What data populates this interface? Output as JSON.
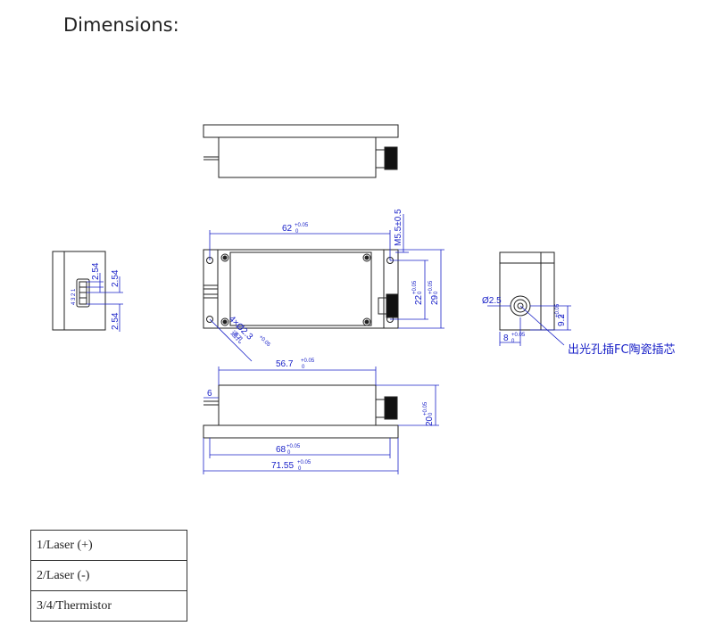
{
  "title": "Dimensions:",
  "dimensions": {
    "w62": "62",
    "w56_7": "56.7",
    "w68": "68",
    "w71_55": "71.55",
    "h22": "22",
    "h29": "29",
    "h20": "20",
    "m55": "M5.5±0.5",
    "hole": "4×Ø2.3",
    "hole_note": "通孔",
    "tol_plus": "+0.05",
    "tol_zero": "0",
    "pin_pitch_a": "2.54",
    "pin_pitch_b": "2.54",
    "pin_pitch_c": "2.54",
    "dia25": "Ø2.5",
    "d8": "8",
    "d92": "9.2",
    "stub6": "6",
    "pin_labels": "4 3 2 1",
    "fc_label": "出光孔插FC陶瓷插芯"
  },
  "pins": [
    "1/Laser (+)",
    "2/Laser (-)",
    "3/4/Thermistor"
  ]
}
